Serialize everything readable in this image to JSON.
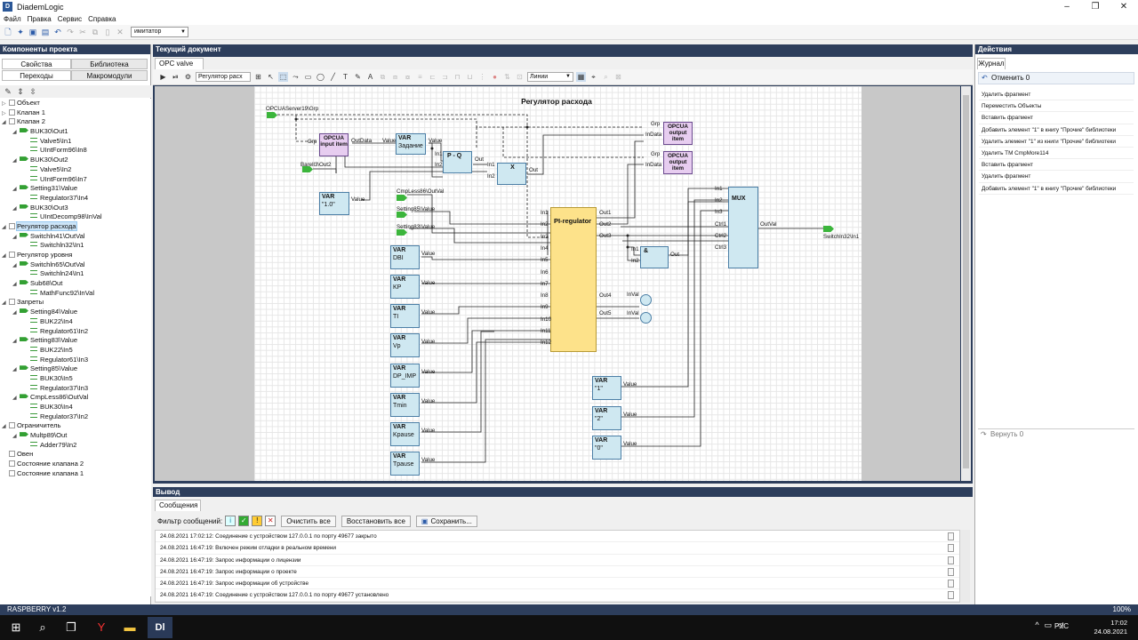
{
  "app": {
    "title": "DiademLogic"
  },
  "menu": [
    "Файл",
    "Правка",
    "Сервис",
    "Справка"
  ],
  "toolbar": {
    "mode_value": "имитатор"
  },
  "left": {
    "header": "Компоненты проекта",
    "tabs_top": [
      "Свойства",
      "Библиотека"
    ],
    "tabs_bottom": [
      "Переходы",
      "Макромодули"
    ],
    "tree": [
      {
        "d": 0,
        "t": "Объект",
        "k": "cb",
        "g": "▷"
      },
      {
        "d": 0,
        "t": "Клапан 1",
        "k": "cb",
        "g": "▷"
      },
      {
        "d": 0,
        "t": "Клапан 2",
        "k": "cb",
        "g": "◢"
      },
      {
        "d": 1,
        "t": "BUK30\\Out1",
        "k": "lk",
        "g": "◢"
      },
      {
        "d": 2,
        "t": "Valve5\\In1",
        "k": "ls"
      },
      {
        "d": 2,
        "t": "UIntForm96\\In8",
        "k": "ls"
      },
      {
        "d": 1,
        "t": "BUK30\\Out2",
        "k": "lk",
        "g": "◢"
      },
      {
        "d": 2,
        "t": "Valve5\\In2",
        "k": "ls"
      },
      {
        "d": 2,
        "t": "UIntForm96\\In7",
        "k": "ls"
      },
      {
        "d": 1,
        "t": "Setting31\\Value",
        "k": "lk",
        "g": "◢"
      },
      {
        "d": 2,
        "t": "Regulator37\\In4",
        "k": "ls"
      },
      {
        "d": 1,
        "t": "BUK30\\Out3",
        "k": "lk",
        "g": "◢"
      },
      {
        "d": 2,
        "t": "UIntDecomp98\\InVal",
        "k": "ls"
      },
      {
        "d": 0,
        "t": "Регулятор расхода",
        "k": "cb",
        "g": "◢",
        "sel": true
      },
      {
        "d": 1,
        "t": "Switchln41\\OutVal",
        "k": "lk",
        "g": "◢"
      },
      {
        "d": 2,
        "t": "Switchln32\\In1",
        "k": "ls"
      },
      {
        "d": 0,
        "t": "Регулятор уровня",
        "k": "cb",
        "g": "◢"
      },
      {
        "d": 1,
        "t": "Switchln65\\OutVal",
        "k": "lk",
        "g": "◢"
      },
      {
        "d": 2,
        "t": "Switchln24\\In1",
        "k": "ls"
      },
      {
        "d": 1,
        "t": "Sub68\\Out",
        "k": "lk",
        "g": "◢"
      },
      {
        "d": 2,
        "t": "MathFunc92\\InVal",
        "k": "ls"
      },
      {
        "d": 0,
        "t": "Запреты",
        "k": "cb",
        "g": "◢"
      },
      {
        "d": 1,
        "t": "Setting84\\Value",
        "k": "lk",
        "g": "◢"
      },
      {
        "d": 2,
        "t": "BUK22\\In4",
        "k": "ls"
      },
      {
        "d": 2,
        "t": "Regulator61\\In2",
        "k": "ls"
      },
      {
        "d": 1,
        "t": "Setting83\\Value",
        "k": "lk",
        "g": "◢"
      },
      {
        "d": 2,
        "t": "BUK22\\In5",
        "k": "ls"
      },
      {
        "d": 2,
        "t": "Regulator61\\In3",
        "k": "ls"
      },
      {
        "d": 1,
        "t": "Setting85\\Value",
        "k": "lk",
        "g": "◢"
      },
      {
        "d": 2,
        "t": "BUK30\\In5",
        "k": "ls"
      },
      {
        "d": 2,
        "t": "Regulator37\\In3",
        "k": "ls"
      },
      {
        "d": 1,
        "t": "CmpLess86\\OutVal",
        "k": "lk",
        "g": "◢"
      },
      {
        "d": 2,
        "t": "BUK30\\In4",
        "k": "ls"
      },
      {
        "d": 2,
        "t": "Regulator37\\In2",
        "k": "ls"
      },
      {
        "d": 0,
        "t": "Ограничитель",
        "k": "cb",
        "g": "◢"
      },
      {
        "d": 1,
        "t": "Multp89\\Out",
        "k": "lk",
        "g": "◢"
      },
      {
        "d": 2,
        "t": "Adder79\\In2",
        "k": "ls"
      },
      {
        "d": 0,
        "t": "Овен",
        "k": "cb"
      },
      {
        "d": 0,
        "t": "Состояние клапана 2",
        "k": "cb"
      },
      {
        "d": 0,
        "t": "Состояние клапана 1",
        "k": "cb"
      }
    ]
  },
  "doc": {
    "header": "Текущий документ",
    "tab": "OPC valve",
    "tab_close": "✕",
    "combo_template": "Регулятор расх",
    "combo_lines": "Линии"
  },
  "diagram": {
    "title": "Регулятор расхода",
    "opc_in_pin": "OPCUAServer19\\Grp",
    "barell_pin": "Barell3\\Out2",
    "opc_input": "OPCUA input item",
    "opc_output1": "OPCUA output item",
    "opc_output2": "OPCUA output item",
    "out_data": "OutData",
    "in_data1": "InData",
    "in_data2": "InData",
    "grp1": "Grp",
    "grp2": "Grp",
    "grp3": "Grp",
    "var": "VAR",
    "value": "Value",
    "zadanie": "Задание",
    "pq": "P - Q",
    "mult": "X",
    "one_zero": "\"1.0\"",
    "cmpless": "CmpLess86\\OutVal",
    "setting85": "Setting85\\Value",
    "setting83": "Setting83\\Value",
    "vars": [
      "DBI",
      "KP",
      "TI",
      "Vp",
      "DP_IMP",
      "Tmin",
      "Kpause",
      "Tpause"
    ],
    "pi": "PI-regulator",
    "pi_inputs": [
      "In1",
      "In2",
      "In3",
      "In4",
      "In5",
      "In6",
      "In7",
      "In8",
      "In9",
      "In10",
      "In11",
      "In12"
    ],
    "pi_outputs": [
      "Out1",
      "Out2",
      "Out3",
      "Out4",
      "Out5"
    ],
    "and": "&",
    "mux": "MUX",
    "mux_inputs": [
      "In1",
      "In2",
      "In3",
      "Ctrl1",
      "Ctrl2",
      "Ctrl3"
    ],
    "outval": "OutVal",
    "out_pin": "Switchln32\\In1",
    "consts": [
      "\"1\"",
      "\"2\"",
      "\"0\""
    ],
    "in1": "In1",
    "in2": "In2",
    "out": "Out",
    "inval": "InVal"
  },
  "right": {
    "header": "Действия",
    "tab": "Журнал",
    "undo": "Отменить 0",
    "redo": "Вернуть 0",
    "actions": [
      "Удалить фрагмент",
      "Переместить Объекты",
      "Вставить фрагмент",
      "Добавить элемент \"1\" в книгу \"Прочие\" библиотеки",
      "Удалить элемент \"1\" из книги \"Прочие\" библиотеки",
      "Удалить ТМ CmpMore114",
      "Вставить фрагмент",
      "Удалить фрагмент",
      "Добавить элемент \"1\" в книгу \"Прочие\" библиотеки"
    ]
  },
  "output": {
    "header": "Вывод",
    "tab": "Сообщения",
    "filter_label": "Фильтр сообщений:",
    "clear": "Очистить все",
    "restore": "Восстановить все",
    "save": "Сохранить...",
    "log": [
      "24.08.2021 17:02:12: Соединение с устройством 127.0.0.1 по порту 49677 закрыто",
      "24.08.2021 16:47:19: Включен режим отладки в реальном времени",
      "24.08.2021 16:47:19: Запрос информации о лицензии",
      "24.08.2021 16:47:19: Запрос информации о проекте",
      "24.08.2021 16:47:19: Запрос информации об устройстве",
      "24.08.2021 16:47:19: Соединение с устройством 127.0.0.1 по порту 49677 установлено"
    ]
  },
  "status": {
    "left": "RASPBERRY v1.2",
    "zoom": "100%"
  },
  "taskbar": {
    "lang": "РУС",
    "time": "17:02",
    "date": "24.08.2021"
  }
}
